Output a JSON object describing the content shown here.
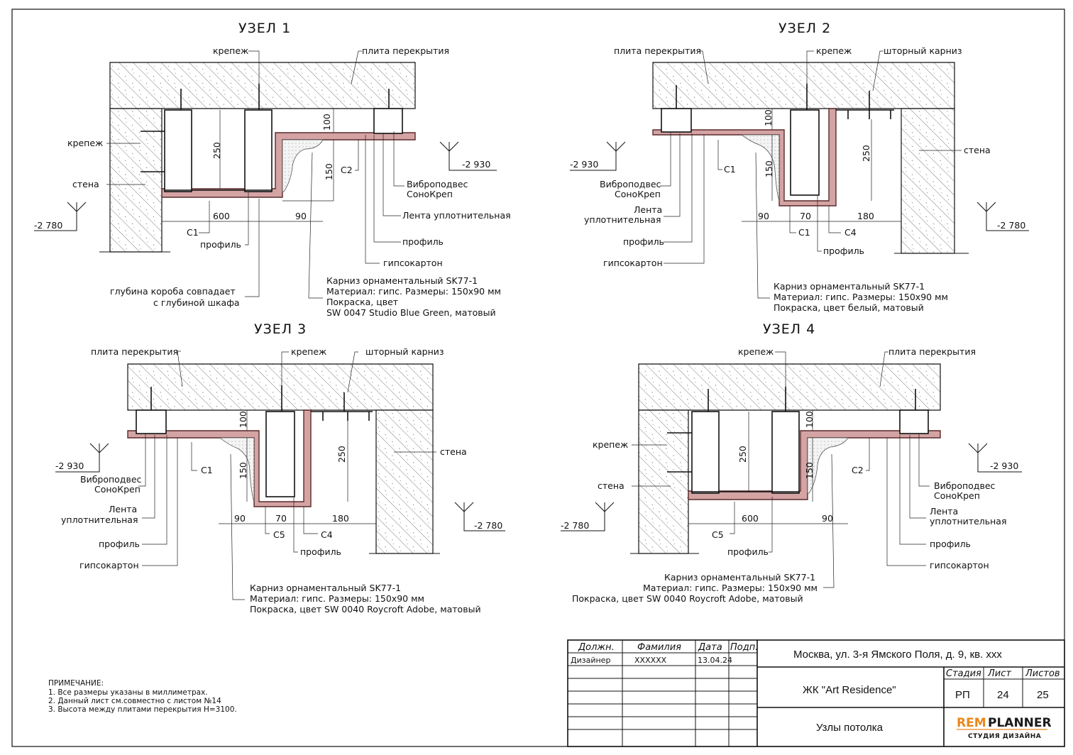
{
  "node1": {
    "title": "УЗЕЛ 1",
    "krepezh_top": "крепеж",
    "plita": "плита перекрытия",
    "krepezh_left": "крепеж",
    "stena": "стена",
    "level": "-2 780",
    "level_right": "-2 930",
    "d100": "100",
    "d250": "250",
    "d150": "150",
    "d600": "600",
    "d90": "90",
    "c1": "С1",
    "c2": "С2",
    "profil": "профиль",
    "vibro": "Виброподвес\nСоноКреп",
    "vibro_1": "Виброподвес",
    "vibro_2": "СоноКреп",
    "lenta": "Лента уплотнительная",
    "profil2": "профиль",
    "gipso": "гипсокартон",
    "depth_1": "глубина короба совпадает",
    "depth_2": "с глубиной шкафа",
    "karniz_1": "Карниз орнаментальный SK77-1",
    "karniz_2": "Материал: гипс. Размеры: 150х90 мм",
    "karniz_3": "Покраска, цвет",
    "karniz_4": "SW 0047 Studio Blue Green, матовый"
  },
  "node2": {
    "title": "УЗЕЛ 2",
    "plita": "плита перекрытия",
    "krepezh": "крепеж",
    "shtor": "шторный карниз",
    "stena": "стена",
    "level_left": "-2 930",
    "level_right": "-2 780",
    "d100": "100",
    "d150": "150",
    "d250": "250",
    "d90": "90",
    "d70": "70",
    "d180": "180",
    "c1a": "С1",
    "c1b": "С1",
    "c4": "С4",
    "vibro_1": "Виброподвес",
    "vibro_2": "СоноКреп",
    "lenta_1": "Лента",
    "lenta_2": "уплотнительная",
    "profil": "профиль",
    "profil2": "профиль",
    "gipso": "гипсокартон",
    "karniz_1": "Карниз орнаментальный SK77-1",
    "karniz_2": "Материал: гипс. Размеры: 150х90 мм",
    "karniz_3": "Покраска, цвет белый, матовый"
  },
  "node3": {
    "title": "УЗЕЛ 3",
    "plita": "плита перекрытия",
    "krepezh": "крепеж",
    "shtor": "шторный карниз",
    "stena": "стена",
    "level_left": "-2 930",
    "level_right": "-2 780",
    "d100": "100",
    "d150": "150",
    "d250": "250",
    "d90": "90",
    "d70": "70",
    "d180": "180",
    "c1": "С1",
    "c5": "С5",
    "c4": "С4",
    "vibro_1": "Виброподвес",
    "vibro_2": "СоноКреп",
    "lenta_1": "Лента",
    "lenta_2": "уплотнительная",
    "profil": "профиль",
    "profil2": "профиль",
    "gipso": "гипсокартон",
    "karniz_1": "Карниз орнаментальный SK77-1",
    "karniz_2": "Материал: гипс. Размеры: 150х90 мм",
    "karniz_3": "Покраска, цвет SW 0040 Roycroft Adobe, матовый"
  },
  "node4": {
    "title": "УЗЕЛ 4",
    "krepezh": "крепеж",
    "plita": "плита перекрытия",
    "krepezh_left": "крепеж",
    "stena": "стена",
    "level_left": "-2 780",
    "level_right": "-2 930",
    "d100": "100",
    "d250": "250",
    "d150": "150",
    "d600": "600",
    "d90": "90",
    "c5": "С5",
    "c2": "С2",
    "profil": "профиль",
    "vibro_1": "Виброподвес",
    "vibro_2": "СоноКреп",
    "lenta_1": "Лента",
    "lenta_2": "уплотнительная",
    "profil2": "профиль",
    "gipso": "гипсокартон",
    "karniz_1": "Карниз орнаментальный SK77-1",
    "karniz_2": "Материал: гипс. Размеры: 150х90 мм",
    "karniz_3": "Покраска, цвет SW 0040 Roycroft Adobe, матовый"
  },
  "notes": {
    "heading": "ПРИМЕЧАНИЕ:",
    "n1": "1. Все размеры указаны в миллиметрах.",
    "n2": "2. Данный лист см.совместно с листом №14",
    "n3": "3. Высота между плитами перекрытия Н=3100."
  },
  "title_block": {
    "col_position": "Должн.",
    "col_surname": "Фамилия",
    "col_date": "Дата",
    "col_sign": "Подп.",
    "role": "Дизайнер",
    "surname": "ХХХХХХ",
    "date": "13.04.24",
    "address": "Москва, ул. 3-я Ямского Поля, д. 9, кв. ххх",
    "project": "ЖК \"Art Residence\"",
    "sheet_name": "Узлы потолка",
    "stage_label": "Стадия",
    "sheet_label": "Лист",
    "sheets_label": "Листов",
    "stage": "РП",
    "sheet": "24",
    "sheets": "25",
    "logo_rem": "REM",
    "logo_planner": "PLANNER",
    "logo_sub": "СТУДИЯ ДИЗАЙНА",
    "brand_orange": "#e8881c",
    "brand_dark": "#1a1a1a"
  },
  "colors": {
    "drywall_fill": "#d4a3a3",
    "drywall_edge": "#5a2a2a",
    "hatch": "#333333"
  }
}
